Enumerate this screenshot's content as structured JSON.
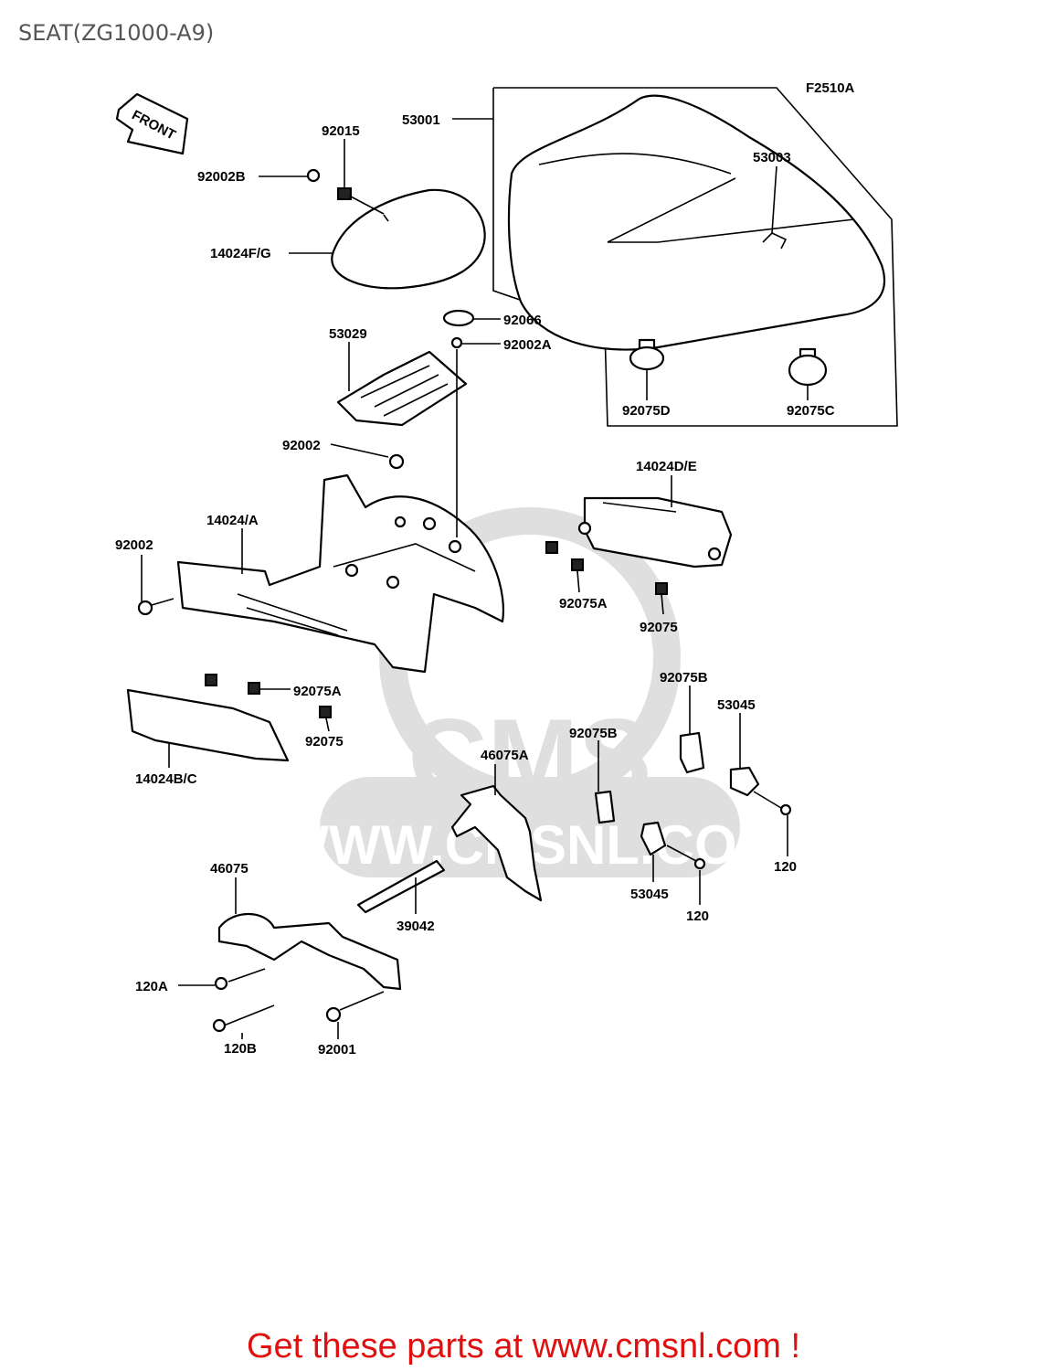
{
  "title": "SEAT(ZG1000-A9)",
  "diagram_code": "F2510A",
  "front_arrow_text": "FRONT",
  "watermark_text": "WWW.CMSNL.COM",
  "watermark_logo": "CMS",
  "footer": "Get these parts at www.cmsnl.com !",
  "labels": {
    "l53001": "53001",
    "l53003": "53003",
    "l92015": "92015",
    "l92002B": "92002B",
    "l14024FG": "14024F/G",
    "l92066": "92066",
    "l92002A": "92002A",
    "l53029": "53029",
    "l92075D": "92075D",
    "l92075C": "92075C",
    "l92002a": "92002",
    "l14024DE": "14024D/E",
    "l14024A": "14024/A",
    "l92002b": "92002",
    "l92075A1": "92075A",
    "l92075a": "92075",
    "l92075A2": "92075A",
    "l92075b": "92075",
    "l14024BC": "14024B/C",
    "l92075B1": "92075B",
    "l53045a": "53045",
    "l92075B2": "92075B",
    "l46075A": "46075A",
    "l120a": "120",
    "l46075": "46075",
    "l39042": "39042",
    "l53045b": "53045",
    "l120b": "120",
    "l120A": "120A",
    "l120B": "120B",
    "l92001": "92001"
  }
}
